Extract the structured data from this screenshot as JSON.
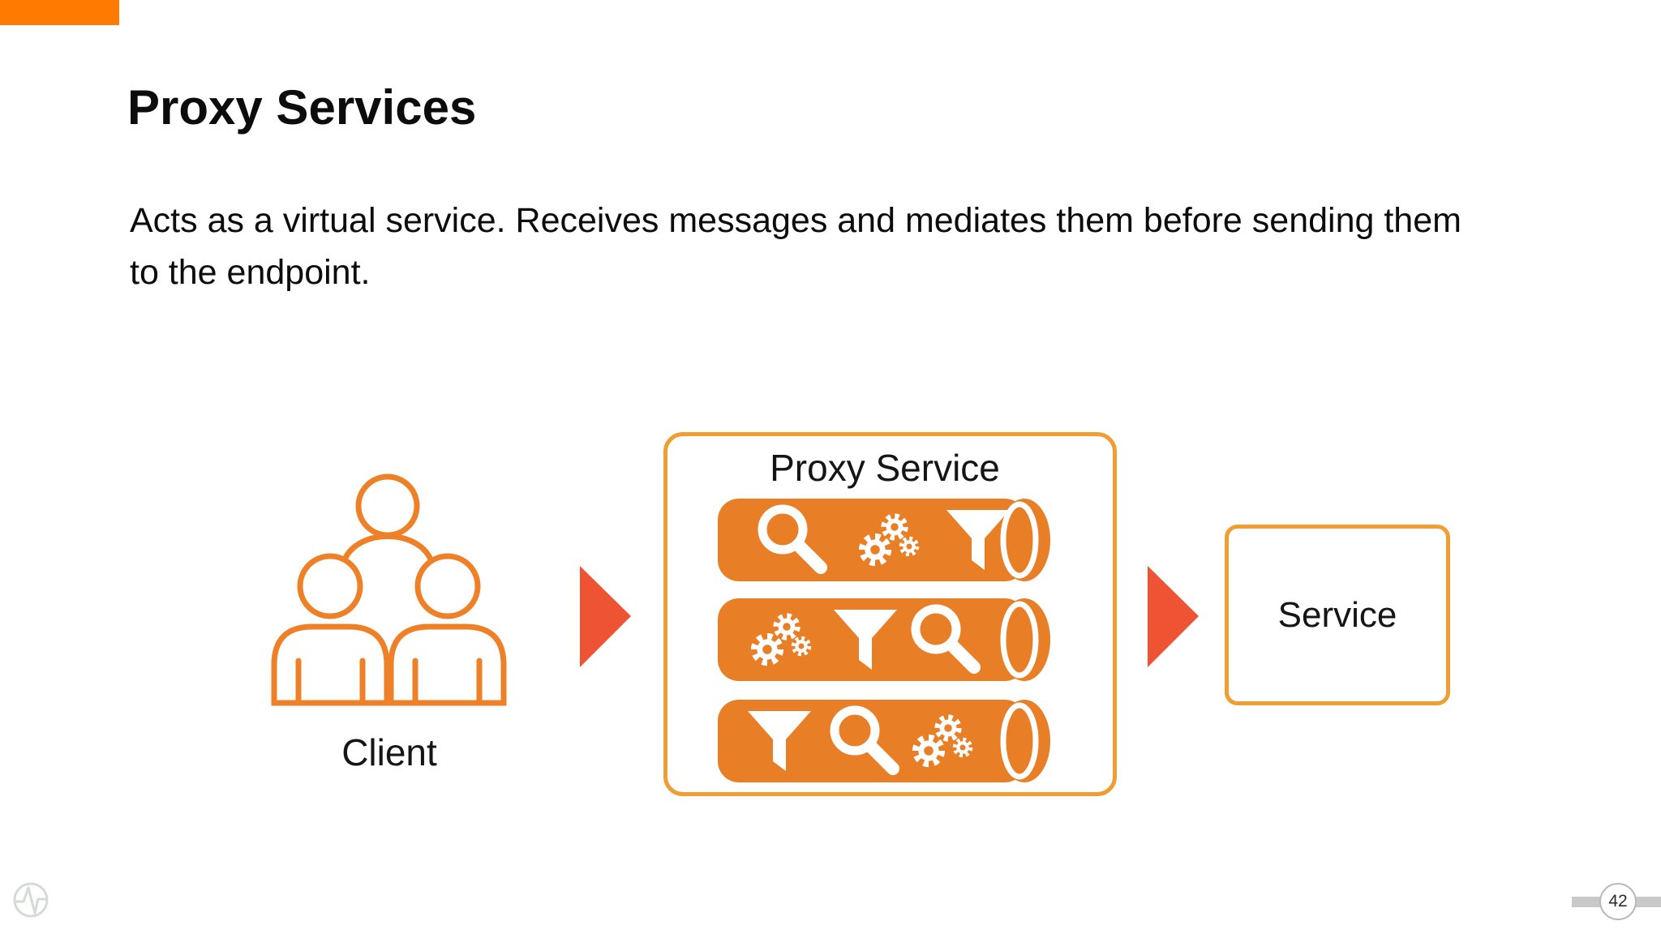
{
  "slide": {
    "title": "Proxy Services",
    "body": "Acts as a virtual service. Receives messages and mediates them before sending them to the endpoint."
  },
  "diagram": {
    "client": {
      "label": "Client",
      "icon": "people-group-icon"
    },
    "proxy": {
      "label": "Proxy Service",
      "pipelines": [
        {
          "icons": [
            "search",
            "gears",
            "filter"
          ]
        },
        {
          "icons": [
            "gears",
            "filter",
            "search"
          ]
        },
        {
          "icons": [
            "filter",
            "search",
            "gears"
          ]
        }
      ]
    },
    "service": {
      "label": "Service"
    },
    "arrow_direction": "right"
  },
  "footer": {
    "logo_icon": "pulse-circle-icon",
    "page_number": "42"
  },
  "colors": {
    "accent_bar": "#ff7a00",
    "box_border": "#f09e33",
    "cylinder": "#e87e25",
    "person_outline": "#ee8127",
    "arrow": "#ee5434",
    "text": "#0c0c0c",
    "footer_gray": "#c8c9c8",
    "footer_logo": "#d5dad6"
  }
}
